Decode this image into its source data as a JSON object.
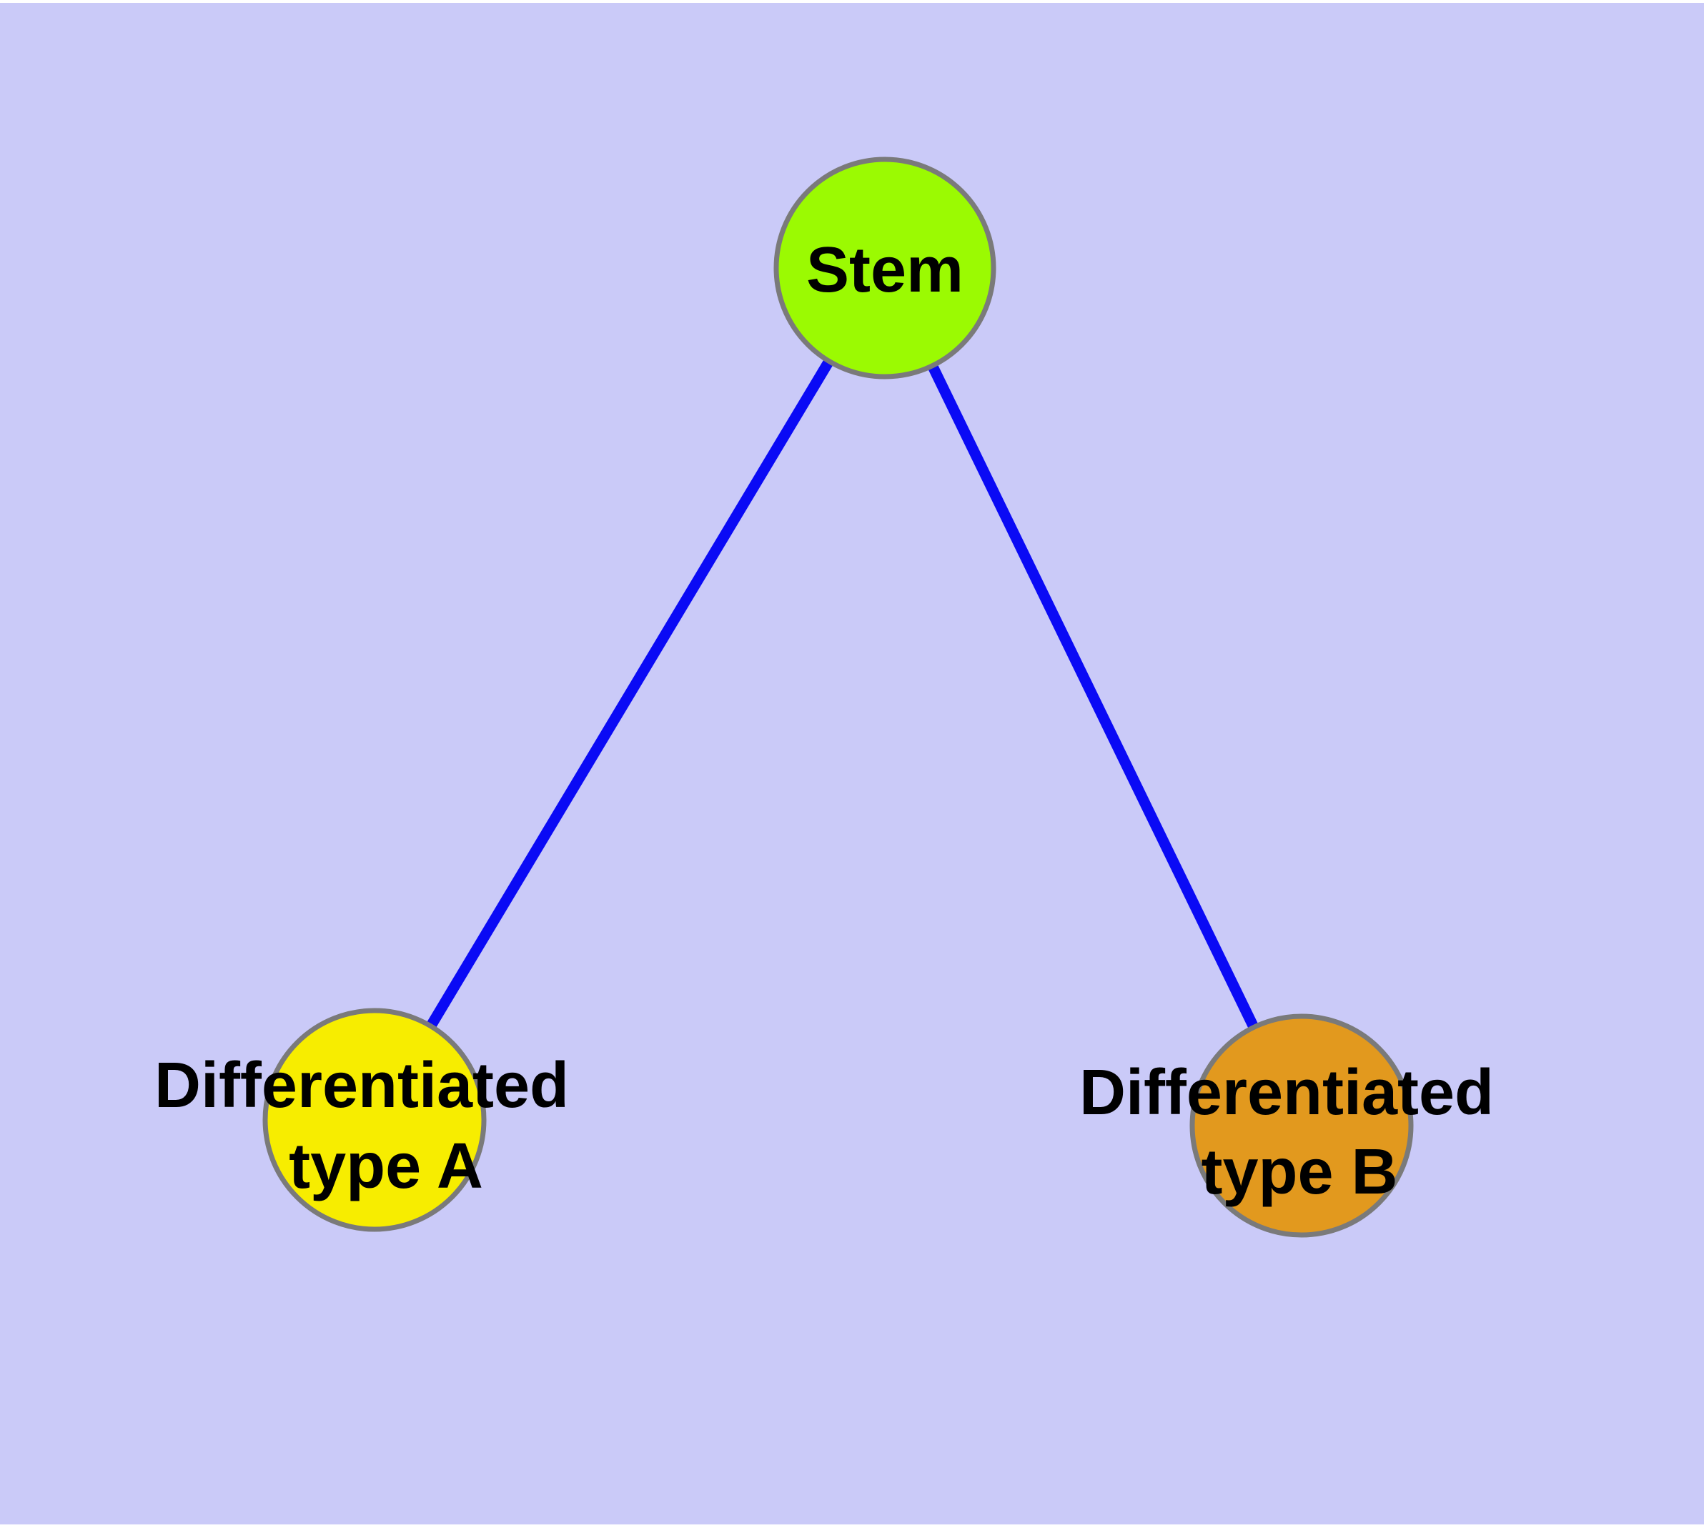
{
  "diagram": {
    "type": "graph",
    "description": "Stem cell differentiation hierarchy: one stem node with edges to two differentiated cell-type nodes",
    "background_color": "#CACAF8",
    "frame_color": "#FFFFFF",
    "edge_color": "#0A0AF5",
    "edge_width": 15,
    "node_border_color": "#7A7A7A",
    "node_border_width": 7,
    "label_color": "#000000",
    "nodes": [
      {
        "id": "stem",
        "label": "Stem",
        "label_line1": "Stem",
        "label_line2": "",
        "fill": "#9BFA02"
      },
      {
        "id": "diff-a",
        "label": "Differentiated type A",
        "label_line1": "Differentiated",
        "label_line2": "type A",
        "fill": "#F7ED00"
      },
      {
        "id": "diff-b",
        "label": "Differentiated type B",
        "label_line1": "Differentiated",
        "label_line2": "type B",
        "fill": "#E2991E"
      }
    ],
    "edges": [
      {
        "from": "Stem",
        "to": "Differentiated type A"
      },
      {
        "from": "Stem",
        "to": "Differentiated type B"
      }
    ]
  }
}
